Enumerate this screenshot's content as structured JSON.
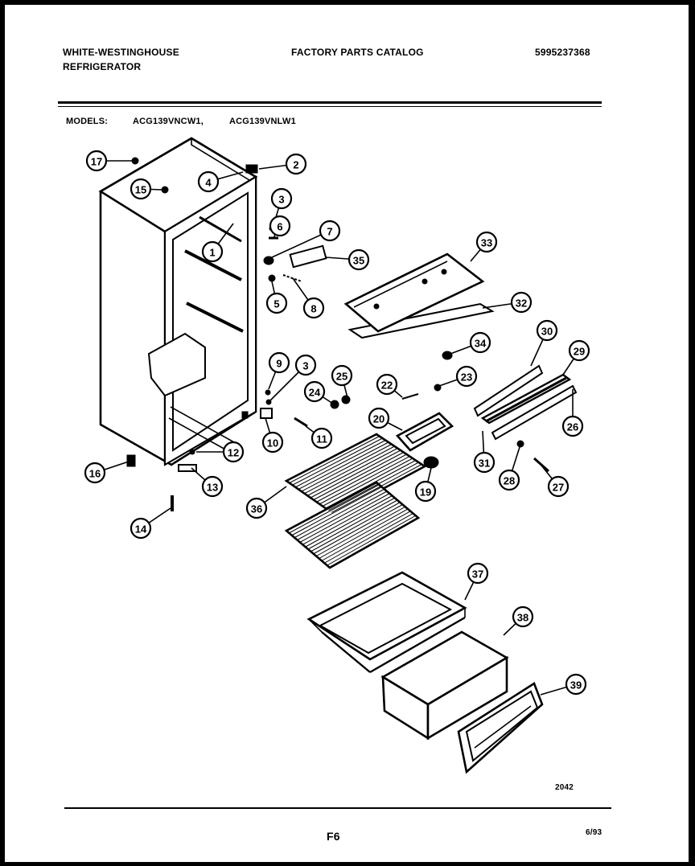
{
  "header": {
    "brand": "WHITE-WESTINGHOUSE",
    "product": "REFRIGERATOR",
    "catalog_title": "FACTORY  PARTS  CATALOG",
    "catalog_number": "5995237368"
  },
  "models": {
    "label": "MODELS:",
    "items": [
      "ACG139VNCW1,",
      "ACG139VNLW1"
    ]
  },
  "callouts": [
    "17",
    "2",
    "4",
    "15",
    "3",
    "6",
    "7",
    "1",
    "35",
    "33",
    "5",
    "8",
    "32",
    "30",
    "34",
    "29",
    "9",
    "3",
    "25",
    "23",
    "24",
    "22",
    "20",
    "26",
    "10",
    "11",
    "12",
    "31",
    "16",
    "19",
    "13",
    "28",
    "27",
    "36",
    "14",
    "37",
    "38",
    "39"
  ],
  "footer": {
    "drawing_number": "2042",
    "page_code": "F6",
    "date_code": "6/93"
  }
}
